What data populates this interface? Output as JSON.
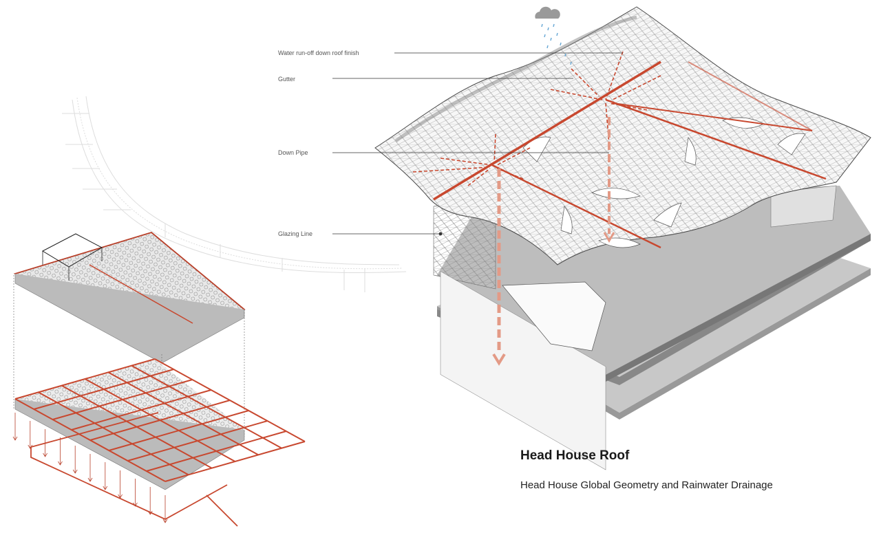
{
  "labels": {
    "water_runoff": "Water run-off down roof finish",
    "gutter": "Gutter",
    "down_pipe": "Down Pipe",
    "glazing_line": "Glazing Line"
  },
  "caption": {
    "title": "Head House Roof",
    "subtitle": "Head House Global Geometry and Rainwater Drainage"
  },
  "colors": {
    "drainage_red": "#c8482f",
    "slab_grey": "#bdbdbd",
    "line_dark": "#333333",
    "rain_blue": "#6aa9d6"
  }
}
